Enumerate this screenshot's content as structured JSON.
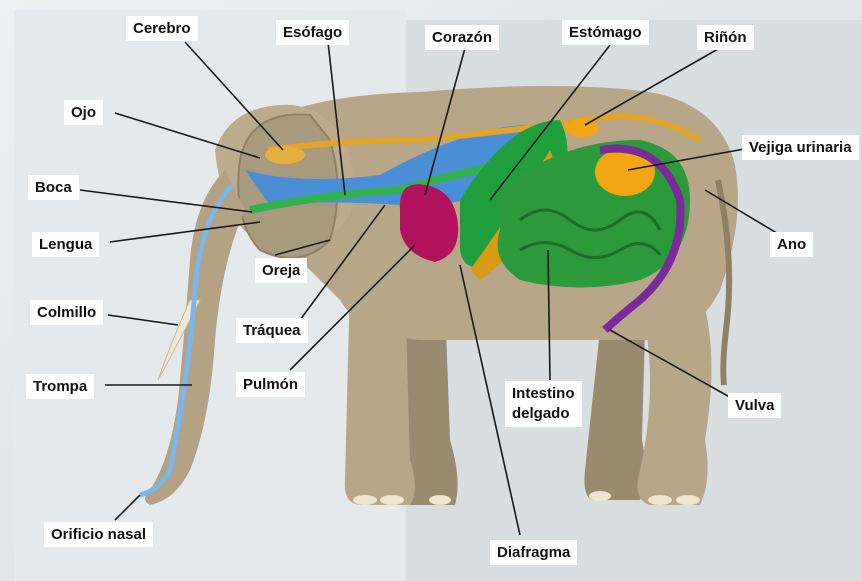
{
  "labels": {
    "cerebro": "Cerebro",
    "esofago": "Esófago",
    "corazon": "Corazón",
    "estomago": "Estómago",
    "rinon": "Riñón",
    "ojo": "Ojo",
    "vejiga": "Vejiga urinaria",
    "boca": "Boca",
    "ano": "Ano",
    "lengua": "Lengua",
    "oreja": "Oreja",
    "colmillo": "Colmillo",
    "traquea": "Tráquea",
    "trompa": "Trompa",
    "pulmon": "Pulmón",
    "intestino_line1": "Intestino",
    "intestino_line2": "delgado",
    "vulva": "Vulva",
    "orificio": "Orificio nasal",
    "diafragma": "Diafragma"
  },
  "colors": {
    "skin": "#b7a688",
    "skin_dark": "#8f7f65",
    "lung": "#4a8fd6",
    "airway": "#79b8e8",
    "heart": "#b0125e",
    "digestive": "#1f9e3e",
    "liver": "#d99a16",
    "kidney": "#f2a612",
    "reproductive": "#7a2a9a",
    "nerve": "#e0a52a"
  }
}
